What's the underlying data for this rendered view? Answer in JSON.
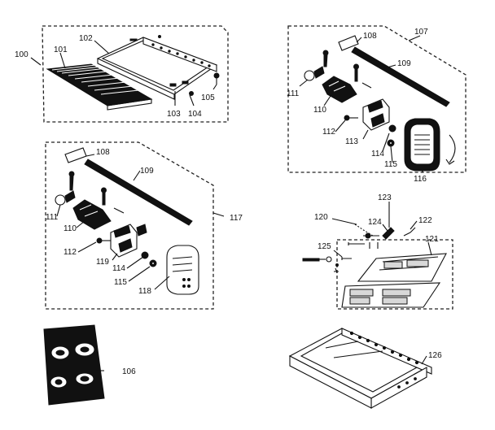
{
  "callouts": [
    {
      "id": "c100",
      "text": "100"
    },
    {
      "id": "c101",
      "text": "101"
    },
    {
      "id": "c102",
      "text": "102"
    },
    {
      "id": "c103",
      "text": "103"
    },
    {
      "id": "c104",
      "text": "104"
    },
    {
      "id": "c105",
      "text": "105"
    },
    {
      "id": "c108a",
      "text": "108"
    },
    {
      "id": "c107",
      "text": "107"
    },
    {
      "id": "c109a",
      "text": "109"
    },
    {
      "id": "c111a",
      "text": "111"
    },
    {
      "id": "c110a",
      "text": "110"
    },
    {
      "id": "c112a",
      "text": "112"
    },
    {
      "id": "c113",
      "text": "113"
    },
    {
      "id": "c114a",
      "text": "114"
    },
    {
      "id": "c115a",
      "text": "115"
    },
    {
      "id": "c116",
      "text": "116"
    },
    {
      "id": "c108b",
      "text": "108"
    },
    {
      "id": "c109b",
      "text": "109"
    },
    {
      "id": "c117",
      "text": "117"
    },
    {
      "id": "c111b",
      "text": "111"
    },
    {
      "id": "c110b",
      "text": "110"
    },
    {
      "id": "c112b",
      "text": "112"
    },
    {
      "id": "c119",
      "text": "119"
    },
    {
      "id": "c114b",
      "text": "114"
    },
    {
      "id": "c115b",
      "text": "115"
    },
    {
      "id": "c118",
      "text": "118"
    },
    {
      "id": "c123",
      "text": "123"
    },
    {
      "id": "c120",
      "text": "120"
    },
    {
      "id": "c124",
      "text": "124"
    },
    {
      "id": "c122",
      "text": "122"
    },
    {
      "id": "c121",
      "text": "121"
    },
    {
      "id": "c125",
      "text": "125"
    },
    {
      "id": "c106",
      "text": "106"
    },
    {
      "id": "c126",
      "text": "126"
    }
  ]
}
